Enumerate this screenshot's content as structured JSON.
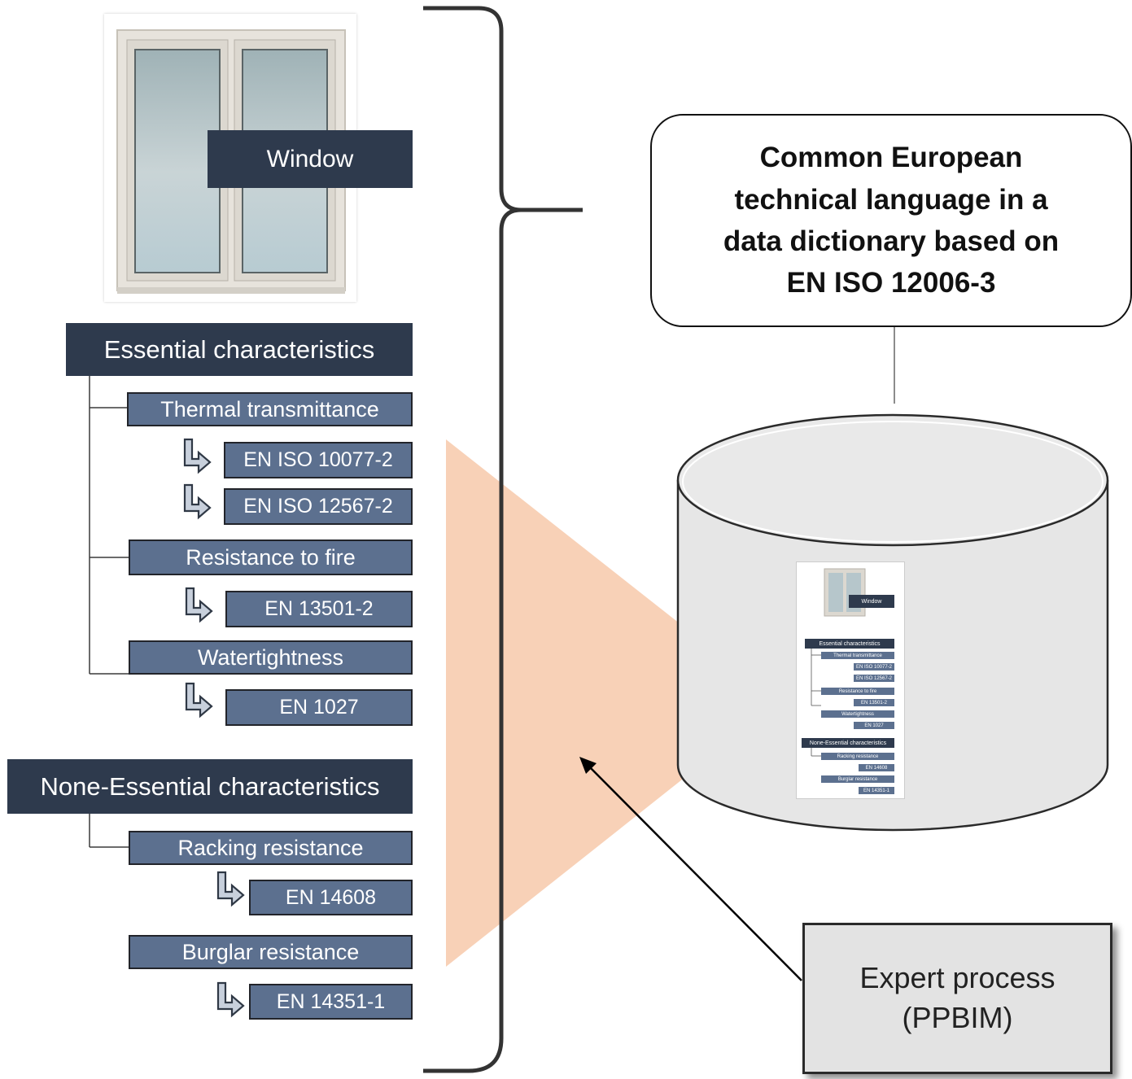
{
  "window_label": "Window",
  "essential": {
    "title": "Essential characteristics",
    "items": [
      {
        "label": "Thermal transmittance",
        "standards": [
          "EN ISO 10077-2",
          "EN ISO 12567-2"
        ]
      },
      {
        "label": "Resistance to fire",
        "standards": [
          "EN 13501-2"
        ]
      },
      {
        "label": "Watertightness",
        "standards": [
          "EN 1027"
        ]
      }
    ]
  },
  "non_essential": {
    "title": "None-Essential characteristics",
    "items": [
      {
        "label": "Racking resistance",
        "standards": [
          "EN 14608"
        ]
      },
      {
        "label": "Burglar resistance",
        "standards": [
          "EN 14351-1"
        ]
      }
    ]
  },
  "callout": {
    "line1": "Common European",
    "line2": "technical language in a",
    "line3": "data dictionary based on",
    "line4": "EN ISO 12006-3"
  },
  "expert": {
    "line1": "Expert process",
    "line2": "(PPBIM)"
  },
  "colors": {
    "dark_box": "#2e3a4d",
    "mid_box": "#5c708f",
    "triangle": "#f6c4a3",
    "cylinder": "#e6e6e6"
  }
}
